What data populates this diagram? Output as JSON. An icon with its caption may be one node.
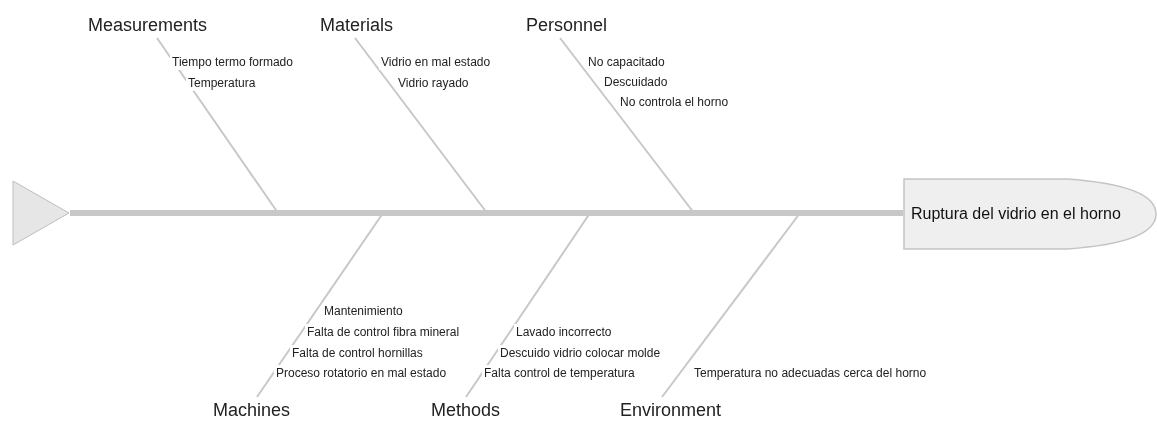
{
  "diagram": {
    "nodes": [
      {
        "text": [],
        "shape": "triangle"
      },
      {
        "text": [
          "Ruptura del vidrio en el horno"
        ]
      },
      {
        "text": [
          "Measurements"
        ],
        "beside": [
          "Tiempo termo formado",
          "Temperatura"
        ]
      },
      {
        "text": [
          "Materials"
        ],
        "beside": [
          "Vidrio en mal estado",
          "Vidrio rayado"
        ]
      },
      {
        "text": [
          "Personnel"
        ],
        "beside": [
          "No capacitado",
          "Descuidado",
          "No controla el horno"
        ]
      },
      {
        "text": [
          "Machines"
        ],
        "beside": [
          "Mantenimiento",
          "Falta de control fibra mineral",
          "Falta de control hornillas",
          "Proceso rotatorio en mal estado"
        ]
      },
      {
        "text": [
          "Methods"
        ],
        "beside": [
          "Lavado incorrecto",
          "Descuido vidrio colocar molde",
          "Falta control de temperatura"
        ]
      },
      {
        "text": [
          "Environment"
        ],
        "beside": [
          "Temperatura no adecuadas cerca del horno"
        ]
      }
    ],
    "edges": [
      {
        "from": 0,
        "to": 1,
        "arrow": "none",
        "style": "thick"
      },
      {
        "from": 2,
        "to": null,
        "arrow": "none"
      },
      {
        "from": 3,
        "to": null,
        "arrow": "none"
      },
      {
        "from": 4,
        "to": null,
        "arrow": "none"
      },
      {
        "from": 5,
        "to": null,
        "arrow": "none"
      },
      {
        "from": 6,
        "to": null,
        "arrow": "none"
      },
      {
        "from": 7,
        "to": null,
        "arrow": "none"
      }
    ]
  }
}
